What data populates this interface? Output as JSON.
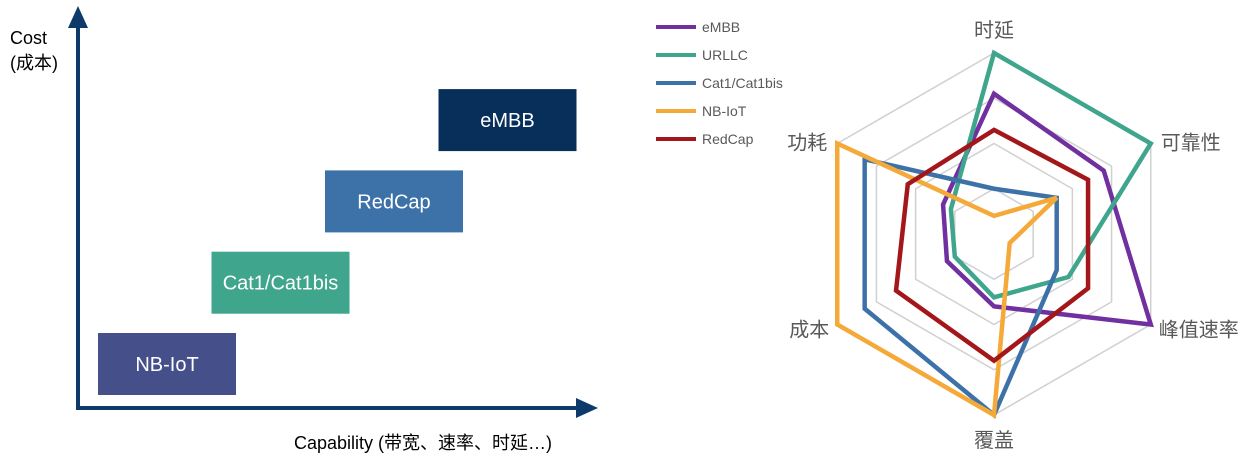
{
  "chart_data": [
    {
      "type": "scatter",
      "title": "",
      "ylabel_line1": "Cost",
      "ylabel_line2": "(成本)",
      "xlabel": "Capability (带宽、速率、时延…)",
      "boxes": [
        {
          "name": "NB-IoT",
          "capability": 1,
          "cost": 1,
          "color": "#45508a"
        },
        {
          "name": "Cat1/Cat1bis",
          "capability": 2,
          "cost": 2,
          "color": "#3fa58c"
        },
        {
          "name": "RedCap",
          "capability": 3,
          "cost": 3,
          "color": "#3d72a8"
        },
        {
          "name": "eMBB",
          "capability": 4,
          "cost": 4,
          "color": "#082e5a"
        }
      ]
    },
    {
      "type": "radar",
      "title": "",
      "axes": [
        "时延",
        "可靠性",
        "峰值速率",
        "覆盖",
        "成本",
        "功耗"
      ],
      "rmax": 4,
      "series": [
        {
          "name": "eMBB",
          "color": "#7030a0",
          "values": [
            3.1,
            2.8,
            4.0,
            1.6,
            1.2,
            1.3
          ]
        },
        {
          "name": "URLLC",
          "color": "#3fa58c",
          "values": [
            4.0,
            4.0,
            1.9,
            1.4,
            1.0,
            1.1
          ]
        },
        {
          "name": "Cat1/Cat1bis",
          "color": "#3d72a8",
          "values": [
            1.0,
            1.6,
            1.6,
            4.0,
            3.3,
            3.3
          ]
        },
        {
          "name": "NB-IoT",
          "color": "#f4a939",
          "values": [
            0.4,
            1.6,
            0.4,
            4.0,
            4.0,
            4.0
          ]
        },
        {
          "name": "RedCap",
          "color": "#a3161a",
          "values": [
            2.3,
            2.4,
            2.4,
            2.8,
            2.5,
            2.2
          ]
        }
      ]
    }
  ]
}
